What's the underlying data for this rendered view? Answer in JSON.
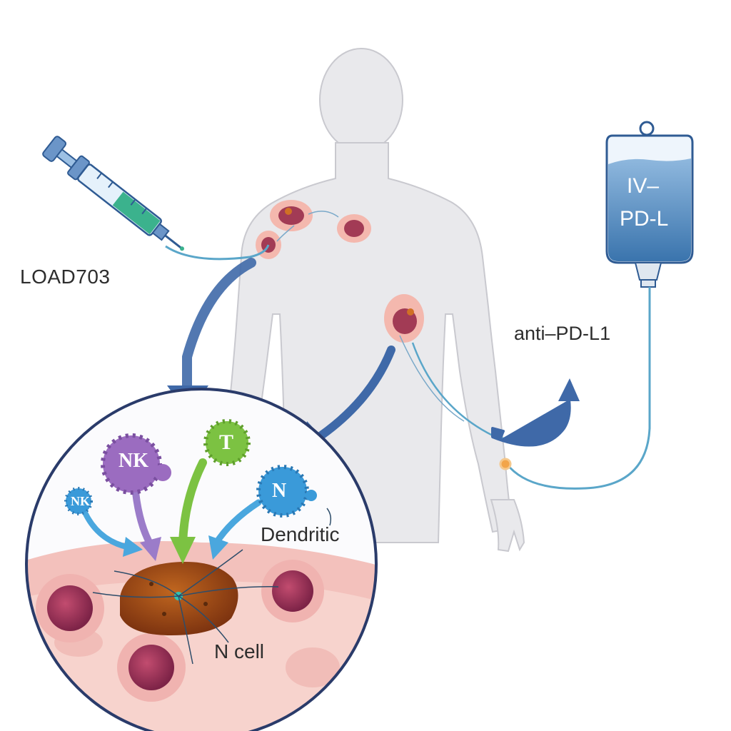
{
  "syringe": {
    "label": "LOAD703",
    "icon": "syringe-icon"
  },
  "iv_bag": {
    "line1": "IV–",
    "line2": "PD-L",
    "label": "anti–PD-L1",
    "icon": "iv-bag-icon"
  },
  "inset": {
    "cells": [
      {
        "id": "nk-large",
        "text": "NK",
        "color": "#9b6cc0"
      },
      {
        "id": "t-cell",
        "text": "T",
        "color": "#7cc242"
      },
      {
        "id": "n-cell",
        "text": "N",
        "color": "#3a9ad9"
      },
      {
        "id": "nk-small",
        "text": "NK",
        "color": "#3a9ad9"
      }
    ],
    "labels": {
      "dendritic": "Dendritic",
      "ncell": "N cell"
    }
  },
  "colors": {
    "body": "#e9e9ec",
    "tumor": "#a23b55",
    "arrow": "#3f69a8",
    "tube": "#5aa6c9",
    "tissue": "#f3c1bc"
  }
}
